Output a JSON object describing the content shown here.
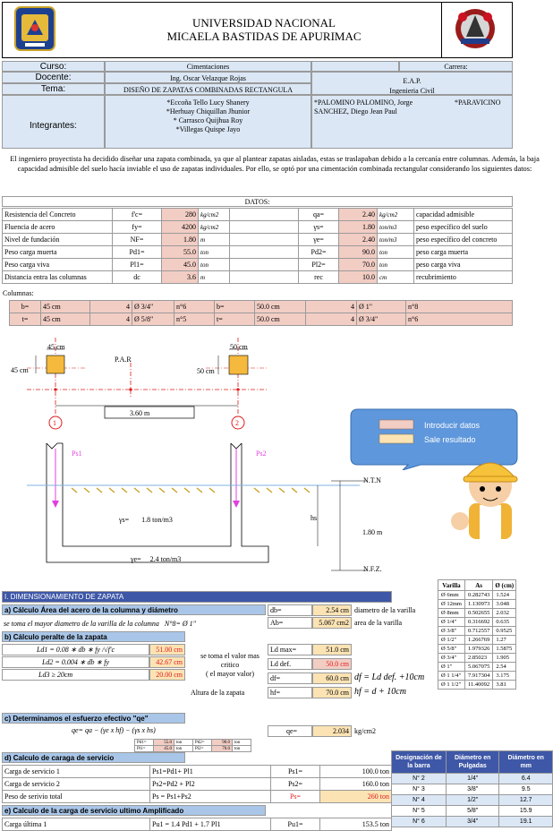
{
  "colors": {
    "pink": "#f2cdc4",
    "tan": "#fbe3b4",
    "header_blue": "#3e57a7",
    "light_blue": "#a9c6e8",
    "red": "#e01b1b",
    "magenta": "#e040e0"
  },
  "header": {
    "line1": "UNIVERSIDAD NACIONAL",
    "line2": "MICAELA BASTIDAS DE APURIMAC",
    "left_logo": "unamba-seal",
    "right_logo": "engineering-emblem"
  },
  "info": {
    "curso_label": "Curso:",
    "curso": "Cimentaciones",
    "carrera_label": "Carrera:",
    "docente_label": "Docente:",
    "docente": "Ing. Oscar Velazque Rojas",
    "eap": "E.A.P.",
    "eap_value": "Ingenieria Civil",
    "tema_label": "Tema:",
    "tema": "DISEÑO DE ZAPATAS COMBINADAS RECTANGULA",
    "integrantes_label": "Integrantes:",
    "integrantes_left": [
      "*Eccoña Tello Lucy Shanery",
      "*Herhuay Chiquillan Jhunior",
      "* Carrasco Quijhua Roy",
      "*Villegas Quispe Jayo"
    ],
    "integrantes_right": [
      "*PALOMINO PALOMINO, Jorge",
      "SANCHEZ, Diego Jean Paul"
    ],
    "integrantes_right2": "*PARAVICINO"
  },
  "intro": "El ingeniero proyectista ha decidido diseñar una zapata combinada, ya que al plantear zapatas aisladas, estas se traslapaban debido a la cercanía entre columnas. Además, la baja capacidad admisible del suelo hacía inviable el uso de zapatas individuales. Por ello, se optó por una cimentación combinada rectangular considerando los siguientes datos:",
  "datos_title": "DATOS:",
  "datos_left": [
    {
      "label": "Resistencia del Concreto",
      "sym": "f'c=",
      "val": "280",
      "unit": "kg/cm2"
    },
    {
      "label": "Fluencia de acero",
      "sym": "fy=",
      "val": "4200",
      "unit": "kg/cm2"
    },
    {
      "label": "Nivel de fundación",
      "sym": "NF=",
      "val": "1.80",
      "unit": "m"
    },
    {
      "label": "Peso carga muerta",
      "sym": "Pd1=",
      "val": "55.0",
      "unit": "ton"
    },
    {
      "label": "Peso carga viva",
      "sym": "Pl1=",
      "val": "45.0",
      "unit": "ton"
    },
    {
      "label": "Distancia entra las columnas",
      "sym": "dc",
      "val": "3.6",
      "unit": "m"
    }
  ],
  "datos_right": [
    {
      "sym": "qa=",
      "val": "2.40",
      "unit": "kg/cm2",
      "desc": "capacidad admisible"
    },
    {
      "sym": "γs=",
      "val": "1.80",
      "unit": "ton/m3",
      "desc": "peso específico del suelo"
    },
    {
      "sym": "γe=",
      "val": "2.40",
      "unit": "ton/m3",
      "desc": "peso específico del concreto"
    },
    {
      "sym": "Pd2=",
      "val": "90.0",
      "unit": "ton",
      "desc": "peso carga muerta"
    },
    {
      "sym": "Pl2=",
      "val": "70.0",
      "unit": "ton",
      "desc": "peso carga viva"
    },
    {
      "sym": "rec",
      "val": "10.0",
      "unit": "cm",
      "desc": "recubrimiento"
    }
  ],
  "columnas_label": "Columnas:",
  "col1": [
    {
      "s": "b=",
      "v": "45 cm",
      "n": "4",
      "phi": "Ø 3/4\"",
      "no": "n°6"
    },
    {
      "s": "t=",
      "v": "45 cm",
      "n": "4",
      "phi": "Ø 5/8\"",
      "no": "n°5"
    }
  ],
  "col2": [
    {
      "s": "b=",
      "v": "50.0 cm",
      "n": "4",
      "phi": "Ø 1\"",
      "no": "n°8"
    },
    {
      "s": "t=",
      "v": "50.0 cm",
      "n": "4",
      "phi": "Ø 3/4\"",
      "no": "n°6"
    }
  ],
  "diagram": {
    "c1_w": "45 cm",
    "c1_h": "45 cm",
    "c2_w": "50 cm",
    "c2_h": "50 cm",
    "par": "P.A.R",
    "dist": "3.60",
    "dist_unit": "m",
    "n1": "1",
    "n2": "2",
    "ps1": "Ps1",
    "ps2": "Ps2",
    "ntn": "N.T.N",
    "nfz": "N.F.Z.",
    "gs": "γs=",
    "gs_val": "1.8 ton/m3",
    "ge": "γe=",
    "ge_val": "2.4 ton/m3",
    "hs": "hs",
    "depth": "1.80 m"
  },
  "legend": {
    "a": "Introducir datos",
    "b": "Sale resultado"
  },
  "varilla": {
    "headers": [
      "Varilla",
      "As",
      "Ø (cm)"
    ],
    "rows": [
      [
        "Ø 6mm",
        "0.282743",
        "1.524"
      ],
      [
        "Ø 12mm",
        "1.130973",
        "3.048"
      ],
      [
        "Ø 8mm",
        "0.502655",
        "2.032"
      ],
      [
        "Ø 1/4\"",
        "0.316692",
        "0.635"
      ],
      [
        "Ø 3/8\"",
        "0.712557",
        "0.9525"
      ],
      [
        "Ø 1/2\"",
        "1.266769",
        "1.27"
      ],
      [
        "Ø 5/8\"",
        "1.979326",
        "1.5875"
      ],
      [
        "Ø 3/4\"",
        "2.85023",
        "1.905"
      ],
      [
        "Ø 1\"",
        "5.067075",
        "2.54"
      ],
      [
        "Ø 1 1/4\"",
        "7.917304",
        "3.175"
      ],
      [
        "Ø 1 1/2\"",
        "11.40092",
        "3.81"
      ]
    ]
  },
  "barra": {
    "headers": [
      "Designación de la barra",
      "Diámetro en Pulgadas",
      "Diámetro en mm"
    ],
    "rows": [
      [
        "N° 2",
        "1/4\"",
        "6.4"
      ],
      [
        "N° 3",
        "3/8\"",
        "9.5"
      ],
      [
        "N° 4",
        "1/2\"",
        "12.7"
      ],
      [
        "N° 5",
        "5/8\"",
        "15.9"
      ],
      [
        "N° 6",
        "3/4\"",
        "19.1"
      ]
    ]
  },
  "sec1": {
    "title": "I. DIMENSIONAMIENTO DE ZAPATA",
    "a_title": "a) Cálculo Área del acero de la columna y diámetro",
    "a_note": "se toma el mayor diametro de la varilla de la columna",
    "a_n": "N°8= Ø 1\"",
    "db": "db=",
    "db_val": "2.54 cm",
    "db_desc": "diametro de la varilla",
    "ab": "Ab=",
    "ab_val": "5.067 cm2",
    "ab_desc": "area de la varilla",
    "b_title": "b) Cálculo peralte de la zapata",
    "ld1": "Ld1 = 0.08 ∗ db ∗ fy /√f'c",
    "ld1_val": "51.00 cm",
    "ld2": "Ld2 = 0.004 ∗ db ∗ fy",
    "ld2_val": "42.67 cm",
    "ld3": "Ld3 ≥ 20cm",
    "ld3_val": "20.00 cm",
    "note1": "se toma el valor mas",
    "note2": "critico",
    "note3": "( el mayor valor)",
    "altura": "Altura de la zapata",
    "ldmax": "Ld max=",
    "ldmax_val": "51.0 cm",
    "lddef": "Ld def.",
    "lddef_val": "50.0 cm",
    "df": "df=",
    "df_val": "60.0 cm",
    "hf": "hf=",
    "hf_val": "70.0 cm",
    "f1": "df = Ld def. +10cm",
    "f2": "hf = d + 10cm",
    "c_title": "c) Determinamos el esfuerzo efectivo \"qe\"",
    "qe_formula": "qe= qa − (γe x hf) − (γs x hs)",
    "qe": "qe=",
    "qe_val": "2.034",
    "qe_unit": "kg/cm2",
    "mini": [
      [
        "Pd1=",
        "55.0",
        "ton",
        "Pd2=",
        "90.0",
        "ton"
      ],
      [
        "Pl1=",
        "45.0",
        "ton",
        "Pl2=",
        "70.0",
        "ton"
      ]
    ],
    "d_title": "d) Calculo de caraga de servicio",
    "d_rows": [
      [
        "Carga de servicio 1",
        "Ps1=Pd1+ Pl1",
        "Ps1=",
        "100.0 ton"
      ],
      [
        "Carga de servicio 2",
        "Ps2=Pd2 + Pl2",
        "Ps2=",
        "160.0 ton"
      ],
      [
        "Peso de serivio total",
        "Ps = Ps1+Ps2",
        "Ps=",
        "260 ton"
      ]
    ],
    "e_title": "e) Calculo de la carga de servicio ultimo Amplificado",
    "e_rows": [
      [
        "Carga última 1",
        "Pu1 = 1.4 Pd1 + 1.7 Pl1",
        "Pu1=",
        "153.5 ton"
      ]
    ]
  }
}
